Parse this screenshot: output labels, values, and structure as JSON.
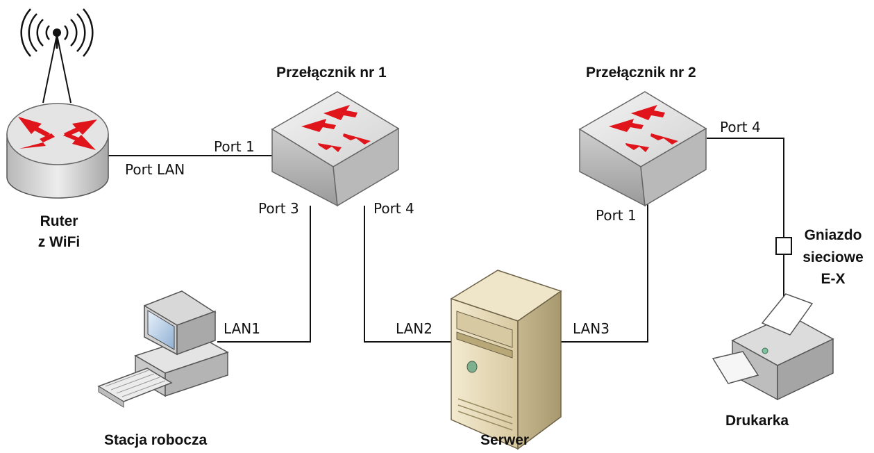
{
  "devices": {
    "router": {
      "line1": "Ruter",
      "line2": "z WiFi"
    },
    "switch1": {
      "title": "Przełącznik nr 1"
    },
    "switch2": {
      "title": "Przełącznik nr 2"
    },
    "workstation": {
      "title": "Stacja robocza"
    },
    "server": {
      "title": "Serwer"
    },
    "printer": {
      "title": "Drukarka"
    },
    "socket": {
      "line1": "Gniazdo",
      "line2": "sieciowe",
      "line3": "E-X"
    }
  },
  "ports": {
    "router_lan": "Port LAN",
    "sw1_port1": "Port 1",
    "sw1_port3": "Port 3",
    "sw1_port4": "Port 4",
    "sw2_port1": "Port 1",
    "sw2_port4": "Port 4",
    "lan1": "LAN1",
    "lan2": "LAN2",
    "lan3": "LAN3"
  },
  "colors": {
    "arrow": "#e0141b",
    "line": "#111111",
    "switch_top": "#e6e6e6",
    "server_body": "#e2d7b8"
  }
}
